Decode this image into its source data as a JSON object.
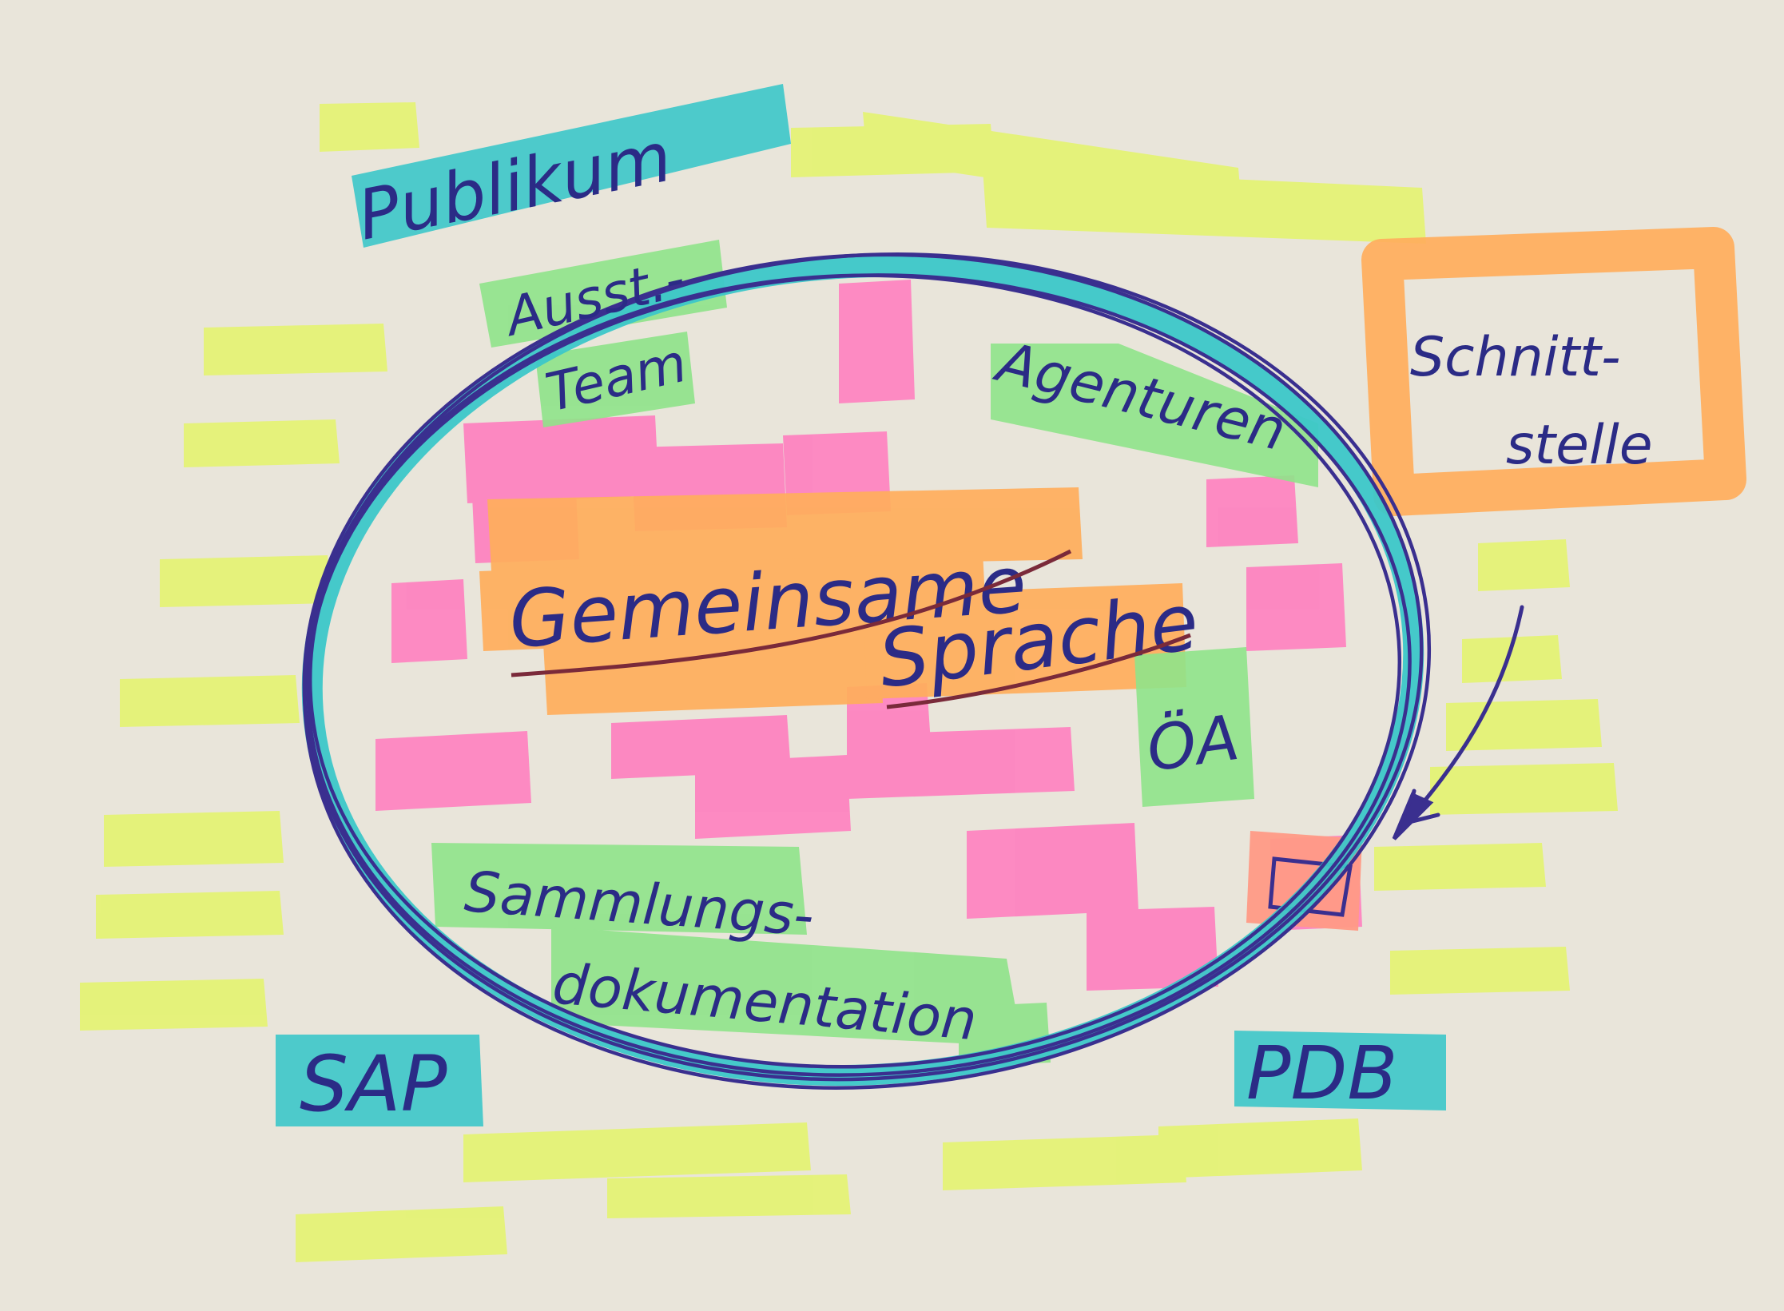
{
  "labels": {
    "publikum": "Publikum",
    "ausstellungsteam_line1": "Ausst.-",
    "ausstellungsteam_line2": "Team",
    "agenturen": "Agenturen",
    "schnittstelle_line1": "Schnitt-",
    "schnittstelle_line2": "stelle",
    "gemeinsame": "Gemeinsame",
    "sprache": "Sprache",
    "oea": "ÖA",
    "sammlungsdokumentation_line1": "Sammlungs-",
    "sammlungsdokumentation_line2": "dokumentation",
    "sap": "SAP",
    "pdb": "PDB"
  },
  "colors": {
    "paper": "#e9e5da",
    "yellow_marker": "#e4f56a",
    "teal_marker": "#3cc7c9",
    "pink_marker": "#ff7fbf",
    "green_marker": "#8fe38a",
    "orange_marker": "#ffae5c",
    "ink": "#2b2b86"
  }
}
